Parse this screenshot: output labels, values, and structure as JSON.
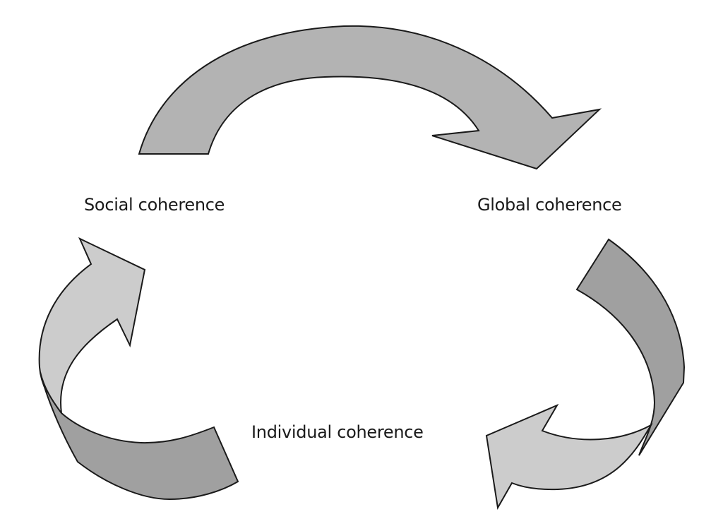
{
  "diagram": {
    "type": "cycle",
    "nodes": [
      {
        "id": "social",
        "label": "Social coherence"
      },
      {
        "id": "global",
        "label": "Global coherence"
      },
      {
        "id": "individual",
        "label": "Individual coherence"
      }
    ],
    "edges": [
      {
        "from": "social",
        "to": "global"
      },
      {
        "from": "global",
        "to": "individual"
      },
      {
        "from": "individual",
        "to": "social"
      }
    ],
    "colors": {
      "arrow_top": "#b3b3b3",
      "arrow_light": "#cccccc",
      "arrow_dark": "#a0a0a0",
      "stroke": "#1a1a1a",
      "text": "#1a1a1a"
    }
  }
}
